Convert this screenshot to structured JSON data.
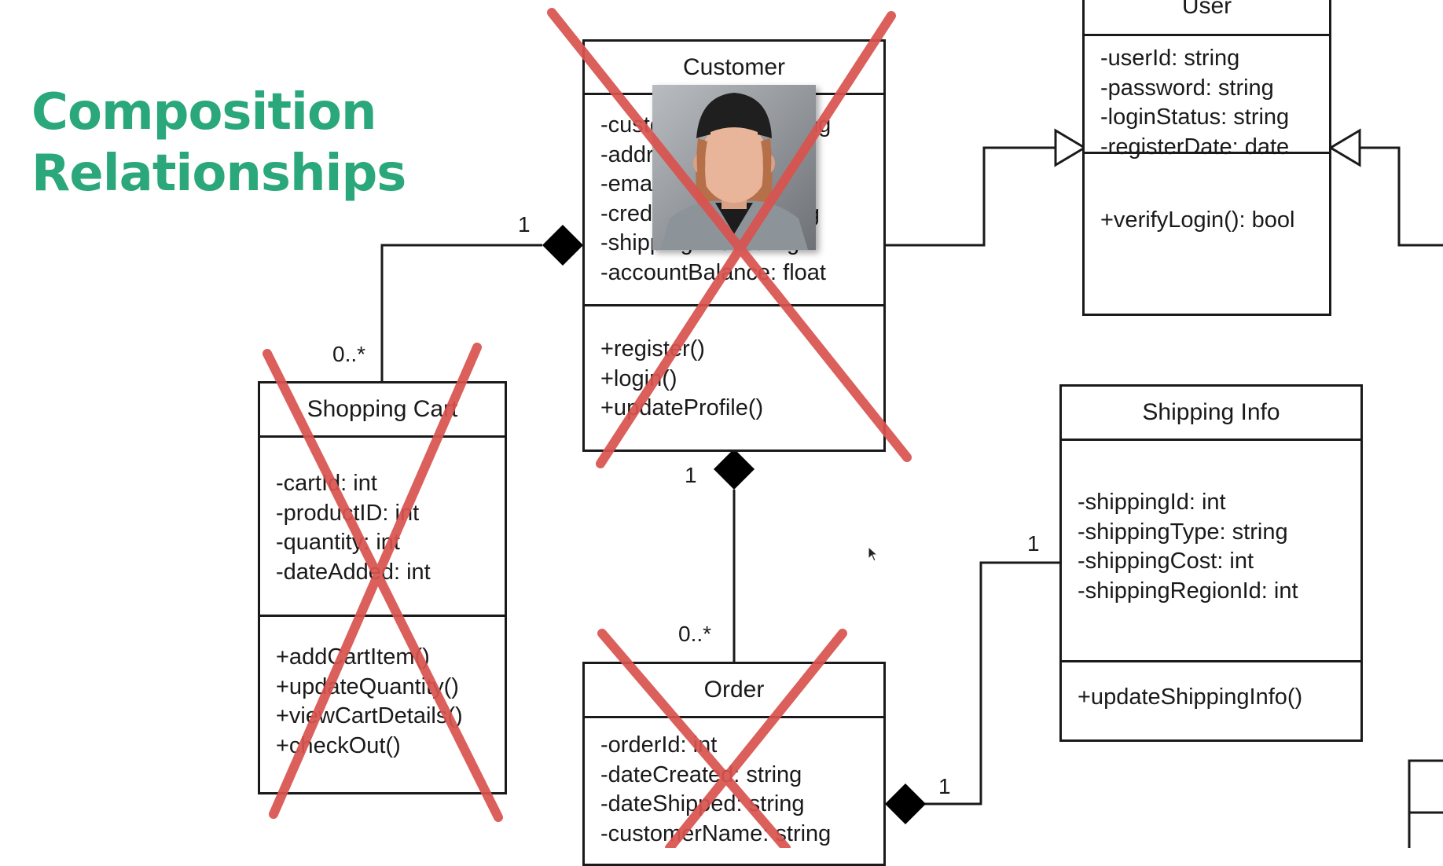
{
  "title": {
    "line1": "Composition",
    "line2": "Relationships"
  },
  "classes": {
    "customer": {
      "name": "Customer",
      "attributes": [
        "-customerName: string",
        "-address: string",
        "-email: string",
        "-creditCardInfo: string",
        "-shippingInfo: string",
        "-accountBalance: float"
      ],
      "methods": [
        "+register()",
        "+login()",
        "+updateProfile()"
      ]
    },
    "user": {
      "name": "User",
      "attributes": [
        "-userId: string",
        "-password: string",
        "-loginStatus: string",
        "-registerDate: date"
      ],
      "methods": [
        "+verifyLogin(): bool"
      ]
    },
    "shopping_cart": {
      "name": "Shopping Cart",
      "attributes": [
        "-cartId: int",
        "-productID: int",
        "-quantity: int",
        "-dateAdded: int"
      ],
      "methods": [
        "+addCartItem()",
        "+updateQuantity()",
        "+viewCartDetails()",
        "+checkOut()"
      ]
    },
    "shipping_info": {
      "name": "Shipping Info",
      "attributes": [
        "-shippingId: int",
        "-shippingType: string",
        "-shippingCost: int",
        "-shippingRegionId: int"
      ],
      "methods": [
        "+updateShippingInfo()"
      ]
    },
    "order": {
      "name": "Order",
      "attributes": [
        "-orderId: int",
        "-dateCreated: string",
        "-dateShipped: string",
        "-customerName: string"
      ],
      "methods": []
    }
  },
  "multiplicities": {
    "customer_cart": "1",
    "cart_customer": "0..*",
    "customer_order": "1",
    "order_customer": "0..*",
    "shipping_order": "1",
    "order_shipping": "1"
  },
  "colors": {
    "title": "#2aa77b",
    "cross": "#d9534f",
    "line": "#1a1a1a"
  },
  "icons": [
    "person-avatar-icon",
    "cross-mark-icon",
    "composition-diamond-icon",
    "inheritance-triangle-icon",
    "mouse-cursor-icon"
  ]
}
